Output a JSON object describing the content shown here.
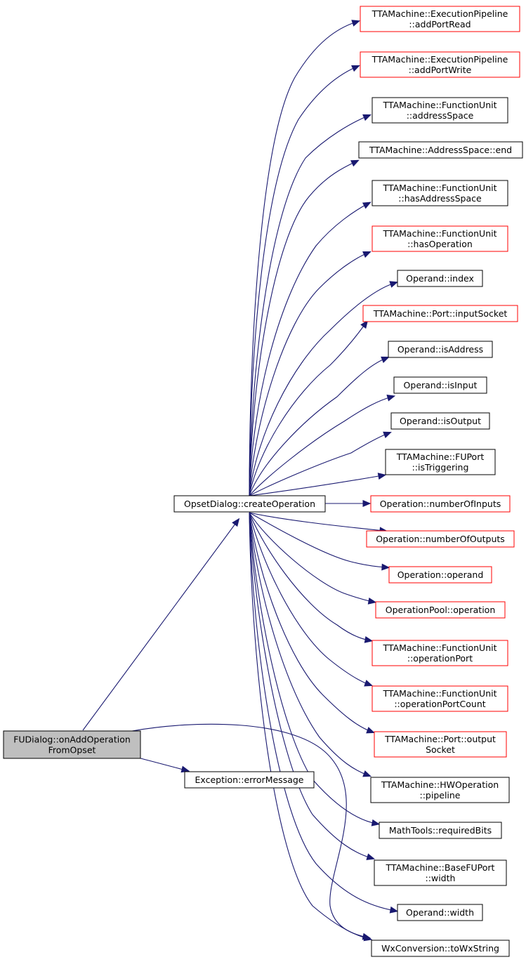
{
  "colors": {
    "edge": "#191970",
    "border_default": "#000000",
    "border_truncated": "#ff0000",
    "root_fill": "#bfbfbf",
    "node_fill": "#ffffff"
  },
  "nodes": [
    {
      "id": "root",
      "lines": [
        "FUDialog::onAddOperation",
        "FromOpset"
      ],
      "style": "root"
    },
    {
      "id": "create",
      "lines": [
        "OpsetDialog::createOperation"
      ],
      "style": "normal"
    },
    {
      "id": "errmsg",
      "lines": [
        "Exception::errorMessage"
      ],
      "style": "normal"
    },
    {
      "id": "n1",
      "lines": [
        "TTAMachine::ExecutionPipeline",
        "::addPortRead"
      ],
      "style": "truncated"
    },
    {
      "id": "n2",
      "lines": [
        "TTAMachine::ExecutionPipeline",
        "::addPortWrite"
      ],
      "style": "truncated"
    },
    {
      "id": "n3",
      "lines": [
        "TTAMachine::FunctionUnit",
        "::addressSpace"
      ],
      "style": "normal"
    },
    {
      "id": "n4",
      "lines": [
        "TTAMachine::AddressSpace::end"
      ],
      "style": "normal"
    },
    {
      "id": "n5",
      "lines": [
        "TTAMachine::FunctionUnit",
        "::hasAddressSpace"
      ],
      "style": "normal"
    },
    {
      "id": "n6",
      "lines": [
        "TTAMachine::FunctionUnit",
        "::hasOperation"
      ],
      "style": "truncated"
    },
    {
      "id": "n7",
      "lines": [
        "Operand::index"
      ],
      "style": "normal"
    },
    {
      "id": "n8",
      "lines": [
        "TTAMachine::Port::inputSocket"
      ],
      "style": "truncated"
    },
    {
      "id": "n9",
      "lines": [
        "Operand::isAddress"
      ],
      "style": "normal"
    },
    {
      "id": "n10",
      "lines": [
        "Operand::isInput"
      ],
      "style": "normal"
    },
    {
      "id": "n11",
      "lines": [
        "Operand::isOutput"
      ],
      "style": "normal"
    },
    {
      "id": "n12",
      "lines": [
        "TTAMachine::FUPort",
        "::isTriggering"
      ],
      "style": "normal"
    },
    {
      "id": "n13",
      "lines": [
        "Operation::numberOfInputs"
      ],
      "style": "truncated"
    },
    {
      "id": "n14",
      "lines": [
        "Operation::numberOfOutputs"
      ],
      "style": "truncated"
    },
    {
      "id": "n15",
      "lines": [
        "Operation::operand"
      ],
      "style": "truncated"
    },
    {
      "id": "n16",
      "lines": [
        "OperationPool::operation"
      ],
      "style": "truncated"
    },
    {
      "id": "n17",
      "lines": [
        "TTAMachine::FunctionUnit",
        "::operationPort"
      ],
      "style": "truncated"
    },
    {
      "id": "n18",
      "lines": [
        "TTAMachine::FunctionUnit",
        "::operationPortCount"
      ],
      "style": "truncated"
    },
    {
      "id": "n19",
      "lines": [
        "TTAMachine::Port::output",
        "Socket"
      ],
      "style": "truncated"
    },
    {
      "id": "n20",
      "lines": [
        "TTAMachine::HWOperation",
        "::pipeline"
      ],
      "style": "normal"
    },
    {
      "id": "n21",
      "lines": [
        "MathTools::requiredBits"
      ],
      "style": "normal"
    },
    {
      "id": "n22",
      "lines": [
        "TTAMachine::BaseFUPort",
        "::width"
      ],
      "style": "normal"
    },
    {
      "id": "n23",
      "lines": [
        "Operand::width"
      ],
      "style": "normal"
    },
    {
      "id": "n24",
      "lines": [
        "WxConversion::toWxString"
      ],
      "style": "normal"
    }
  ],
  "edges": [
    {
      "from": "root",
      "to": "create"
    },
    {
      "from": "root",
      "to": "errmsg"
    },
    {
      "from": "root",
      "to": "n24"
    },
    {
      "from": "create",
      "to": "n1"
    },
    {
      "from": "create",
      "to": "n2"
    },
    {
      "from": "create",
      "to": "n3"
    },
    {
      "from": "create",
      "to": "n4"
    },
    {
      "from": "create",
      "to": "n5"
    },
    {
      "from": "create",
      "to": "n6"
    },
    {
      "from": "create",
      "to": "n7"
    },
    {
      "from": "create",
      "to": "n8"
    },
    {
      "from": "create",
      "to": "n9"
    },
    {
      "from": "create",
      "to": "n10"
    },
    {
      "from": "create",
      "to": "n11"
    },
    {
      "from": "create",
      "to": "n12"
    },
    {
      "from": "create",
      "to": "n13"
    },
    {
      "from": "create",
      "to": "n14"
    },
    {
      "from": "create",
      "to": "n15"
    },
    {
      "from": "create",
      "to": "n16"
    },
    {
      "from": "create",
      "to": "n17"
    },
    {
      "from": "create",
      "to": "n18"
    },
    {
      "from": "create",
      "to": "n19"
    },
    {
      "from": "create",
      "to": "n20"
    },
    {
      "from": "create",
      "to": "n21"
    },
    {
      "from": "create",
      "to": "n22"
    },
    {
      "from": "create",
      "to": "n23"
    },
    {
      "from": "create",
      "to": "n24"
    }
  ]
}
